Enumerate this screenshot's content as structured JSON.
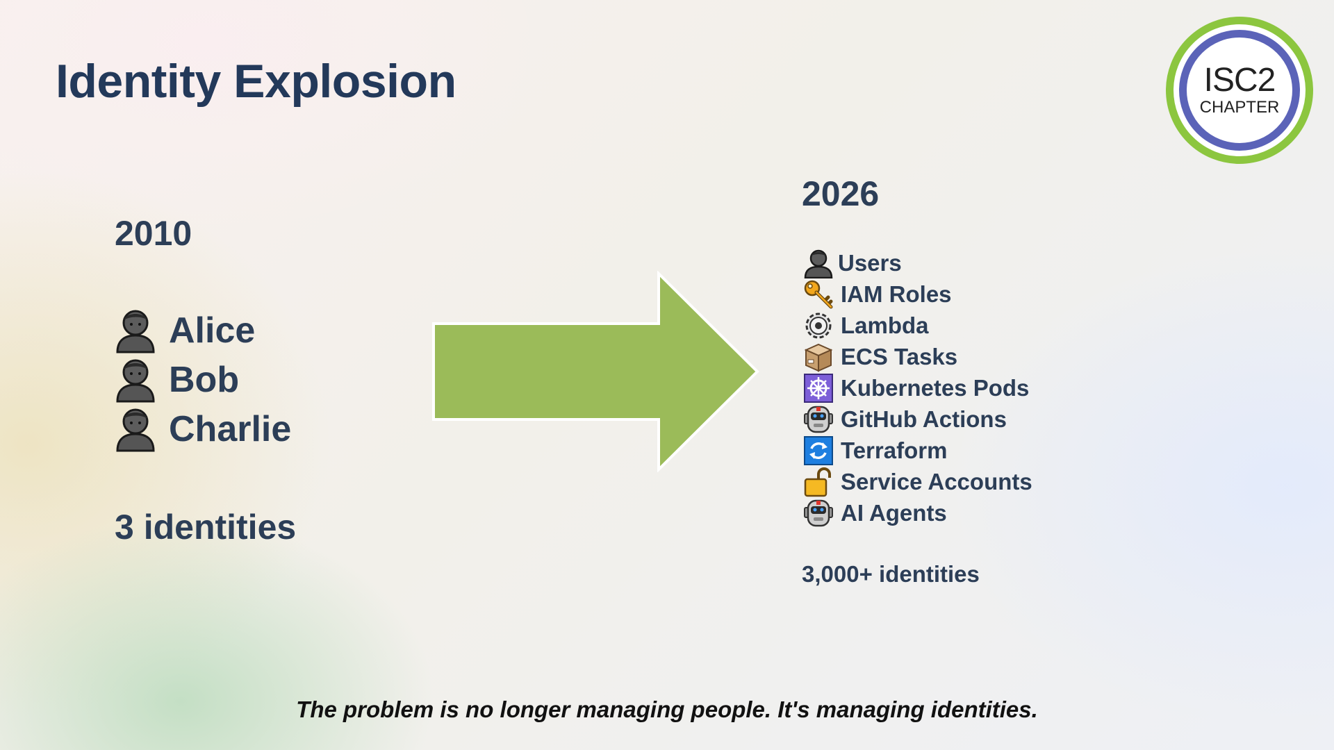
{
  "slide": {
    "title": "Identity Explosion",
    "footer": "The problem is no longer managing people. It's managing identities."
  },
  "logo": {
    "top_text": "ISC2",
    "bottom_text": "CHAPTER",
    "outer_color": "#8cc63f",
    "inner_color": "#5b63b8"
  },
  "before": {
    "year": "2010",
    "people": [
      {
        "name": "Alice",
        "icon": "person-icon"
      },
      {
        "name": "Bob",
        "icon": "person-icon"
      },
      {
        "name": "Charlie",
        "icon": "person-icon"
      }
    ],
    "count": "3 identities"
  },
  "transition": {
    "icon": "right-arrow",
    "color": "#9bbb59"
  },
  "after": {
    "year": "2026",
    "items": [
      {
        "label": "Users",
        "icon": "person-icon"
      },
      {
        "label": "IAM Roles",
        "icon": "key-icon"
      },
      {
        "label": "Lambda",
        "icon": "gear-icon"
      },
      {
        "label": "ECS Tasks",
        "icon": "package-icon"
      },
      {
        "label": "Kubernetes Pods",
        "icon": "helm-wheel-icon"
      },
      {
        "label": "GitHub Actions",
        "icon": "robot-icon"
      },
      {
        "label": "Terraform",
        "icon": "refresh-icon"
      },
      {
        "label": "Service Accounts",
        "icon": "lock-icon"
      },
      {
        "label": "AI Agents",
        "icon": "robot-icon"
      }
    ],
    "count": "3,000+ identities"
  }
}
